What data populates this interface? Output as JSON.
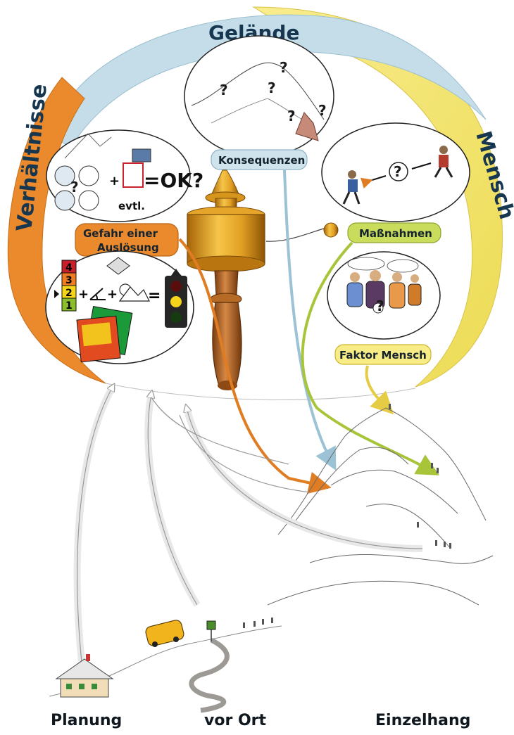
{
  "arcs": {
    "gelaende": "Gelände",
    "verhaeltnisse": "Verhältnisse",
    "mensch": "Mensch"
  },
  "labels": {
    "konsequenzen": "Konsequenzen",
    "gefahr_line1": "Gefahr einer",
    "gefahr_line2": "Auslösung",
    "massnahmen": "Maßnahmen",
    "faktor_mensch": "Faktor Mensch"
  },
  "circle_text": {
    "ok": "=OK?",
    "evtl": "evtl.",
    "question": "?"
  },
  "danger_scale": [
    "4",
    "3",
    "2",
    "1"
  ],
  "bottom": {
    "planung": "Planung",
    "vor_ort": "vor Ort",
    "einzelhang": "Einzelhang"
  },
  "colors": {
    "blue_arc": "#bcd7e3",
    "orange_arc": "#e98a2b",
    "yellow_arc": "#f1e36e",
    "green_pill": "#c9dc5b",
    "gold": "#d99a1c",
    "wood": "#b0601e"
  }
}
